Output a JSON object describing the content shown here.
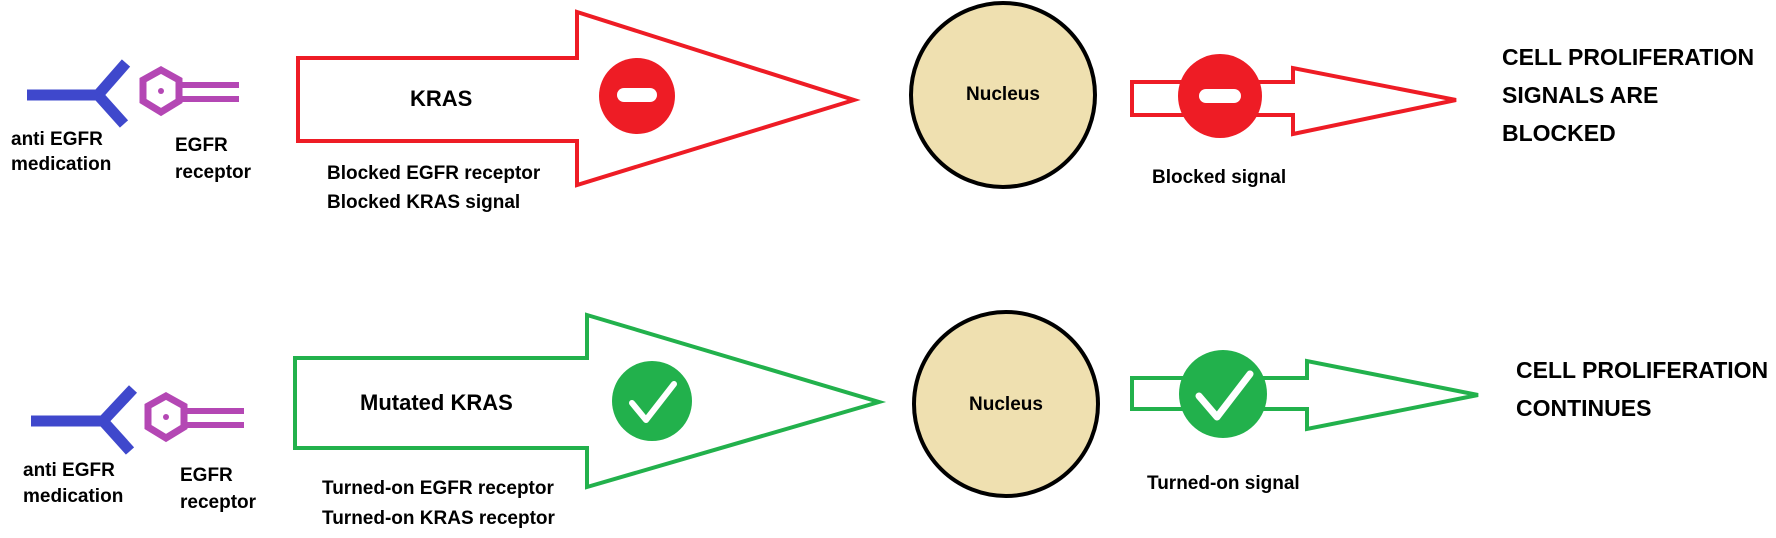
{
  "colors": {
    "blocked": "#ee1c25",
    "active": "#22b14c",
    "antibody": "#3f48cc",
    "receptor": "#b447b4",
    "nucleus_fill": "#efe0b0"
  },
  "rows": [
    {
      "state": "blocked",
      "antibody_label": [
        "anti EGFR",
        "medication"
      ],
      "receptor_label": [
        "EGFR",
        "receptor"
      ],
      "big_arrow_title": "KRAS",
      "big_arrow_caption": [
        "Blocked EGFR receptor",
        "Blocked KRAS signal"
      ],
      "big_arrow_icon": "minus-icon",
      "nucleus_label": "Nucleus",
      "small_arrow_icon": "minus-icon",
      "signal_label": "Blocked signal",
      "outcome": [
        "CELL PROLIFERATION",
        "SIGNALS ARE",
        "BLOCKED"
      ]
    },
    {
      "state": "active",
      "antibody_label": [
        "anti EGFR",
        "medication"
      ],
      "receptor_label": [
        "EGFR",
        "receptor"
      ],
      "big_arrow_title": "Mutated KRAS",
      "big_arrow_caption": [
        "Turned-on EGFR receptor",
        "Turned-on KRAS receptor"
      ],
      "big_arrow_icon": "checkmark-icon",
      "nucleus_label": "Nucleus",
      "small_arrow_icon": "checkmark-icon",
      "signal_label": "Turned-on signal",
      "outcome": [
        "CELL PROLIFERATION",
        "CONTINUES"
      ]
    }
  ]
}
